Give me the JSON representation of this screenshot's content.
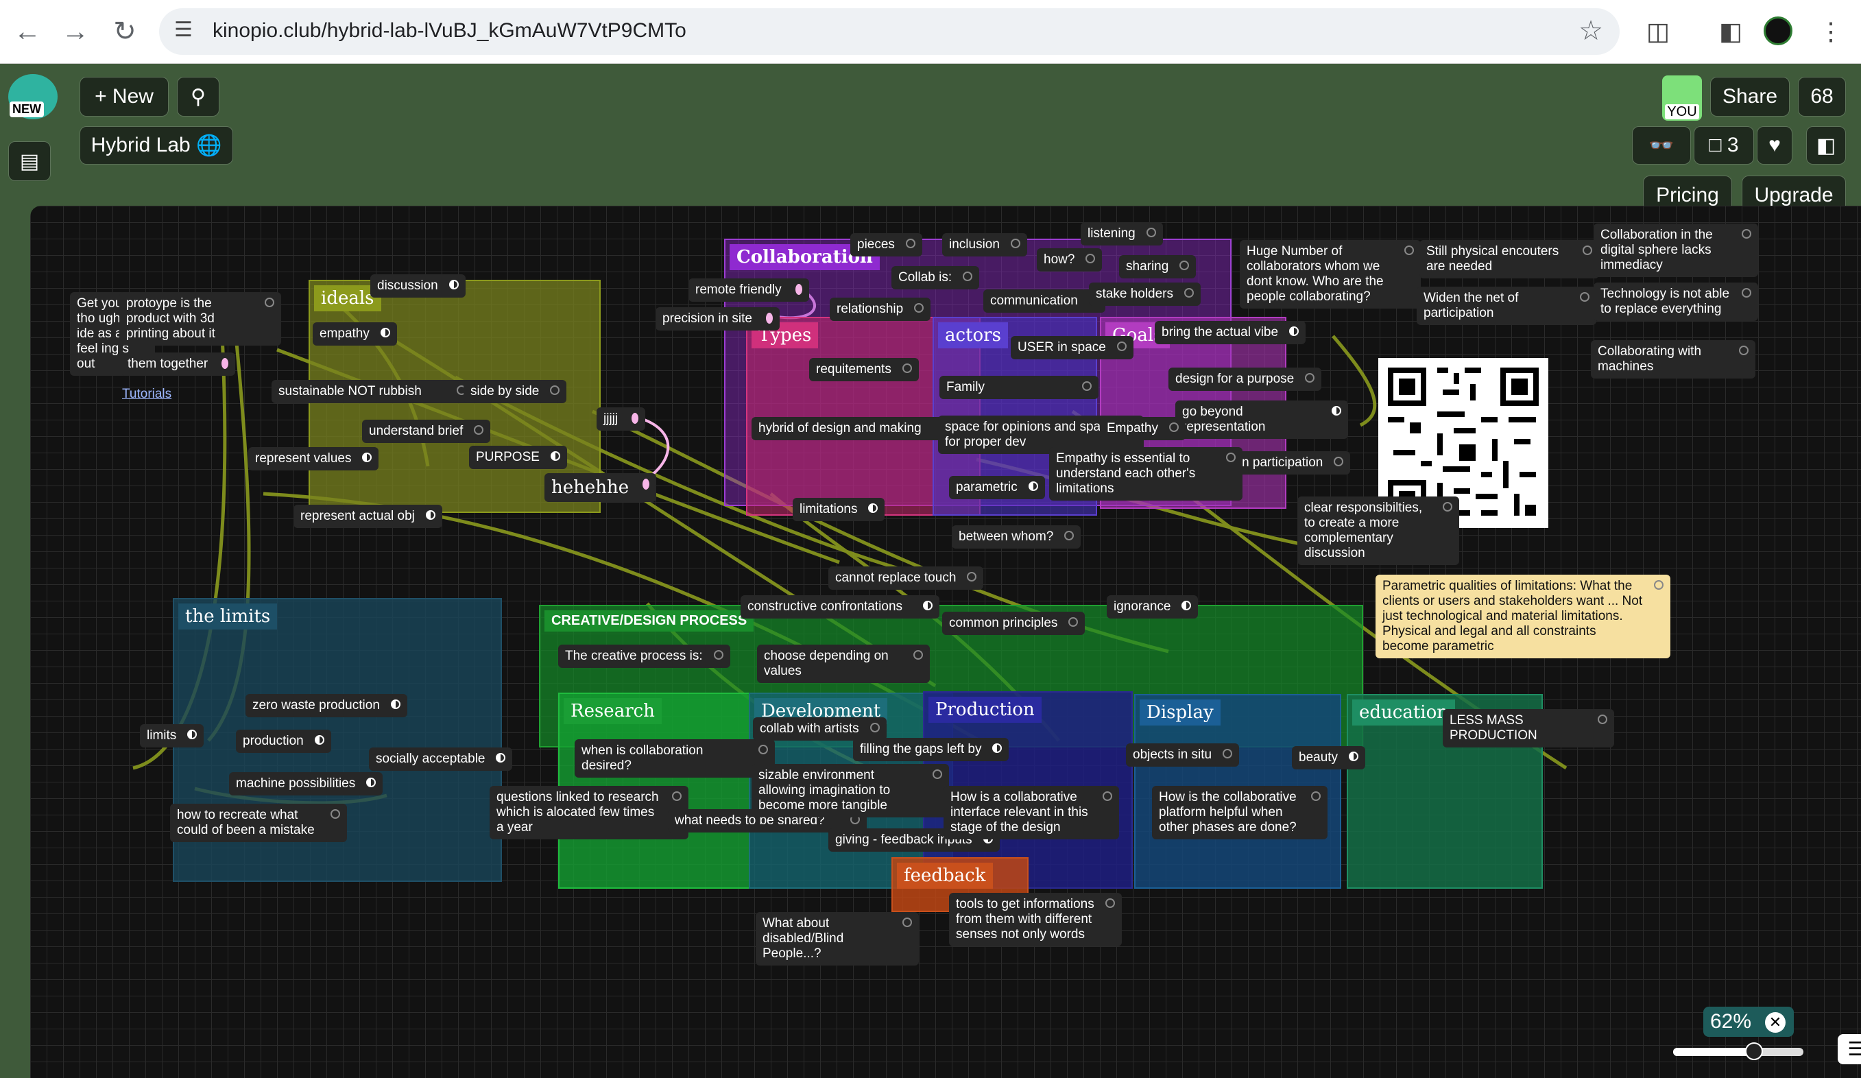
{
  "browser": {
    "url": "kinopio.club/hybrid-lab-lVuBJ_kGmAuW7VtP9CMTo",
    "icons": [
      "back-icon",
      "forward-icon",
      "reload-icon",
      "site-settings-icon",
      "star-icon",
      "extensions-icon",
      "sidebar-icon",
      "profile-icon",
      "menu-icon"
    ]
  },
  "app": {
    "new_badge": "NEW",
    "new_label": "+ New",
    "space_name": "Hybrid Lab",
    "you_label": "YOU",
    "share_label": "Share",
    "count_label": "68",
    "video_count": "3",
    "pricing_label": "Pricing",
    "upgrade_label": "Upgrade",
    "zoom_label": "62%",
    "zoom_level": 0.62
  },
  "boxes": {
    "collaboration": "Collaboration",
    "types": "Types",
    "actors": "actors",
    "goals": "Goals",
    "ideals": "ideals",
    "limits": "the limits",
    "creative": "CREATIVE/DESIGN PROCESS",
    "research": "Research",
    "development": "Development",
    "production": "Production",
    "display": "Display",
    "education": "education",
    "feedback": "feedback"
  },
  "cards": {
    "pieces": "pieces",
    "inclusion": "inclusion",
    "listening": "listening",
    "how": "how?",
    "sharing": "sharing",
    "collab_is": "Collab is:",
    "communication": "communication",
    "stake_holders": "stake holders",
    "remote_friendly": "remote friendly",
    "precision": "precision in site",
    "relationship": "relationship",
    "user_space": "USER in space",
    "bring_vibe": "bring the actual vibe",
    "requirements": "requitements",
    "design_purpose": "design for a purpose",
    "family": "Family",
    "go_beyond": "go beyond representation",
    "hybrid": "hybrid of design and making",
    "opinions": "space for opinions and space for proper dev",
    "empathy2": "Empathy",
    "widen": "widen participation",
    "parametric": "parametric",
    "essential": "Empathy is essential to understand each other's limitations",
    "limitations": "limitations",
    "between": "between whom?",
    "huge": "Huge Number of collaborators whom we dont know. Who are the people collaborating?",
    "still": "Still physical encouters are needed",
    "widen_net": "Widen the net of participation",
    "digital": "Collaboration in the digital sphere lacks immediacy",
    "tech": "Technology is not able to replace everything",
    "machines": "Collaborating with machines",
    "clear": "clear responsibilties, to create a more complementary discussion",
    "yellow_note": "Parametric qualities of limitations: What the clients or users and stakeholders want ... Not just technological and material limitations. Physical and legal and all constraints become parametric",
    "discussion": "discussion",
    "empathy": "empathy",
    "sustainable": "sustainable NOT rubbish",
    "side": "side  by side",
    "understand": "understand brief",
    "represent": "represent values",
    "purpose": "PURPOSE",
    "actual_obj": "represent actual obj",
    "jjjjj": "jjjjj",
    "hehehhe": "hehehhe",
    "get_you": "Get you r tho ugh ts, ide as and feel ing s out",
    "prototype": "protoype is the product with 3d printing about it",
    "together": "them together",
    "tutorials": "Tutorials",
    "cannot": "cannot replace touch",
    "constructive": "constructive confrontations",
    "common": "common principles",
    "ignorance": "ignorance",
    "creative_is": "The creative process is:",
    "choose": "choose depending on values",
    "zero": "zero waste production",
    "limits_card": "limits",
    "production_card": "production",
    "social": "socially acceptable",
    "machine": "machine possibilities",
    "recreate": "how to recreate what could of been a mistake",
    "when": "when is collaboration desired?",
    "questions": "questions linked to research which is alocated few times a year",
    "shared": "what needs to be shared?",
    "collab_artists": "collab with artists",
    "filling": "filling the gaps left by",
    "sizable": "sizable environment allowing imagination to become more tangible",
    "giving": "giving - feedback inputs",
    "how_collab": "How is a collaborative interface relevant in this stage of the design",
    "objects": "objects in situ",
    "beauty": "beauty",
    "platform": "How is the collaborative platform helpful when other phases are done?",
    "less_mass": "LESS MASS PRODUCTION",
    "blind": "What about disabled/Blind People...?",
    "tools": "tools to get informations from them with different senses not only words"
  },
  "colors": {
    "app_bg": "#3f5a3a",
    "canvas_bg": "#121212",
    "connection": "#8a9a1e",
    "accent_pink": "#f7b5e8"
  }
}
